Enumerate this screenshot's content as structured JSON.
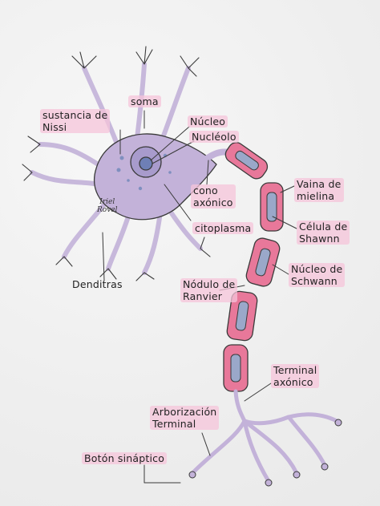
{
  "labels": {
    "soma": "soma",
    "sustancia": "sustancia de\nNissi",
    "nucleo": "Núcleo",
    "nucleolo": "Nucléolo",
    "cono": "cono\naxónico",
    "citoplasma": "citoplasma",
    "dendritas": "Denditras",
    "nodulo": "Nódulo de\nRanvier",
    "vaina": "Vaina de\nmielina",
    "celula": "Célula de\nShawnn",
    "nucleo_schwann": "Núcleo de\nSchwann",
    "terminal": "Terminal\naxónico",
    "arborizacion": "Arborización\nTerminal",
    "boton": "Botón sináptico"
  },
  "signature": "Iriel\nRovel",
  "colors": {
    "soma_fill": "#c3b2d9",
    "outline": "#3a3a3a",
    "myelin_fill": "#e8789a",
    "myelin_inner": "#9aa8c9",
    "label_bg": "#f6c4da"
  }
}
